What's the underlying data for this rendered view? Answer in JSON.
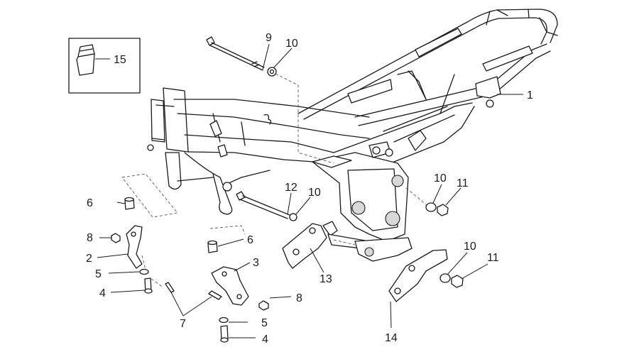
{
  "diagram": {
    "callouts": [
      {
        "id": "c1",
        "label": "1"
      },
      {
        "id": "c2",
        "label": "2"
      },
      {
        "id": "c3",
        "label": "3"
      },
      {
        "id": "c4a",
        "label": "4"
      },
      {
        "id": "c4b",
        "label": "4"
      },
      {
        "id": "c5a",
        "label": "5"
      },
      {
        "id": "c5b",
        "label": "5"
      },
      {
        "id": "c6a",
        "label": "6"
      },
      {
        "id": "c6b",
        "label": "6"
      },
      {
        "id": "c7",
        "label": "7"
      },
      {
        "id": "c8a",
        "label": "8"
      },
      {
        "id": "c8b",
        "label": "8"
      },
      {
        "id": "c9",
        "label": "9"
      },
      {
        "id": "c10a",
        "label": "10"
      },
      {
        "id": "c10b",
        "label": "10"
      },
      {
        "id": "c10c",
        "label": "10"
      },
      {
        "id": "c10d",
        "label": "10"
      },
      {
        "id": "c11a",
        "label": "11"
      },
      {
        "id": "c11b",
        "label": "11"
      },
      {
        "id": "c12",
        "label": "12"
      },
      {
        "id": "c13",
        "label": "13"
      },
      {
        "id": "c14",
        "label": "14"
      },
      {
        "id": "c15",
        "label": "15"
      }
    ]
  }
}
